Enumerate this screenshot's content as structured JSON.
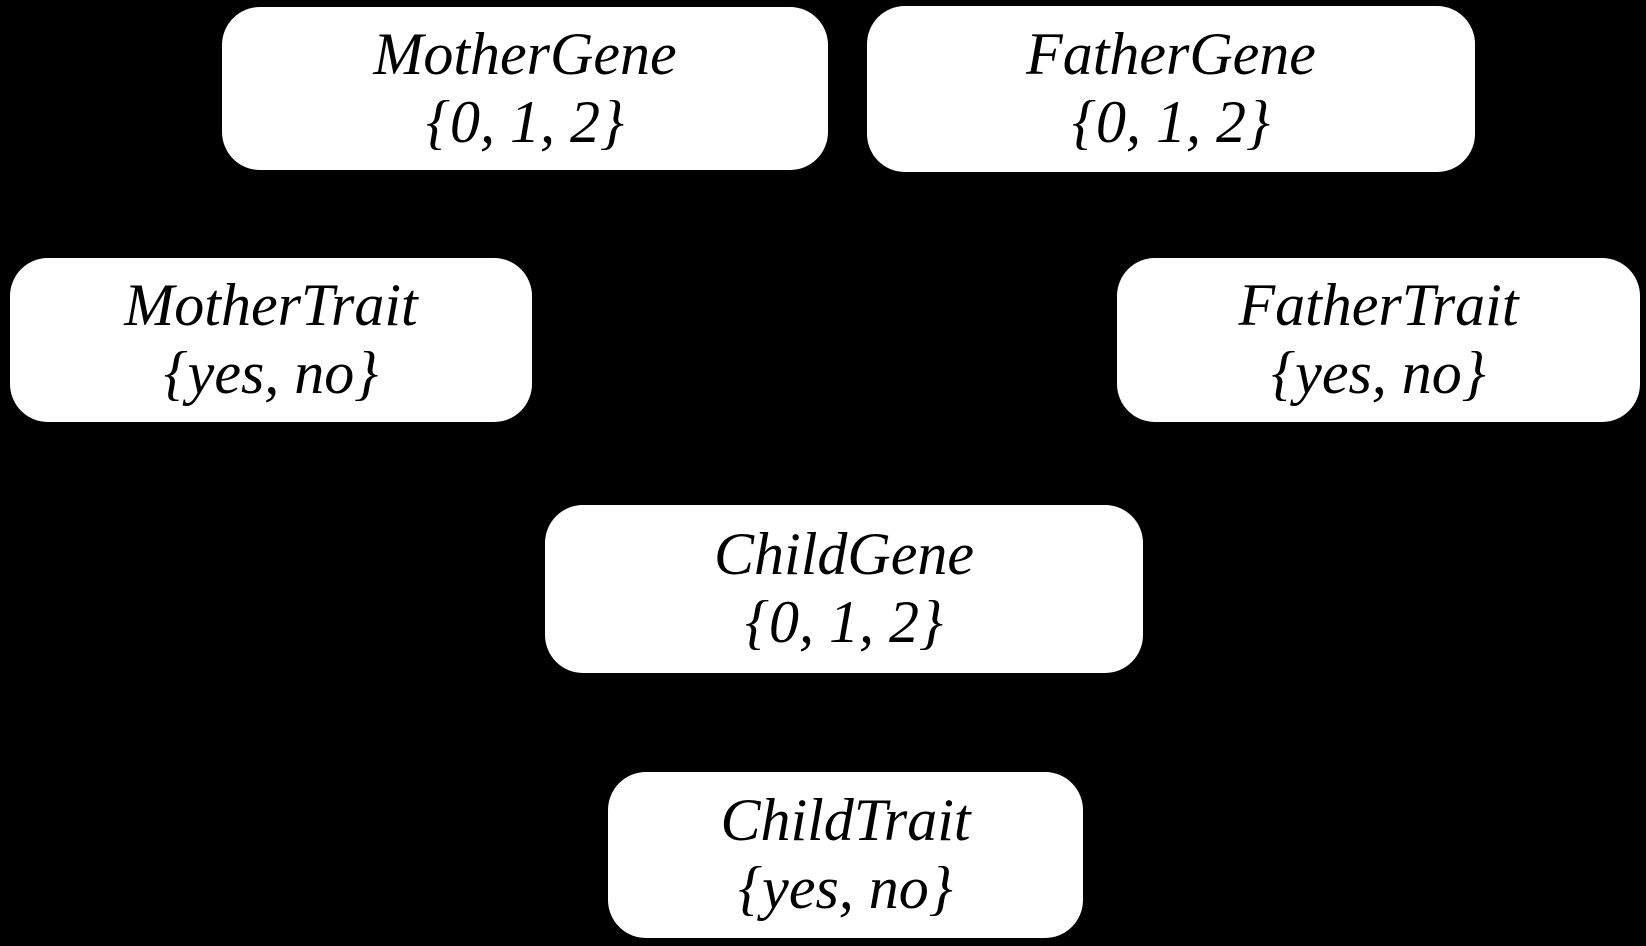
{
  "colors": {
    "background": "#000000",
    "node_fill": "#ffffff",
    "node_text": "#000000"
  },
  "nodes": [
    {
      "label": "MotherGene",
      "domain": "{0, 1, 2}"
    },
    {
      "label": "FatherGene",
      "domain": "{0, 1, 2}"
    },
    {
      "label": "MotherTrait",
      "domain": "{yes, no}"
    },
    {
      "label": "FatherTrait",
      "domain": "{yes, no}"
    },
    {
      "label": "ChildGene",
      "domain": "{0, 1, 2}"
    },
    {
      "label": "ChildTrait",
      "domain": "{yes, no}"
    }
  ]
}
